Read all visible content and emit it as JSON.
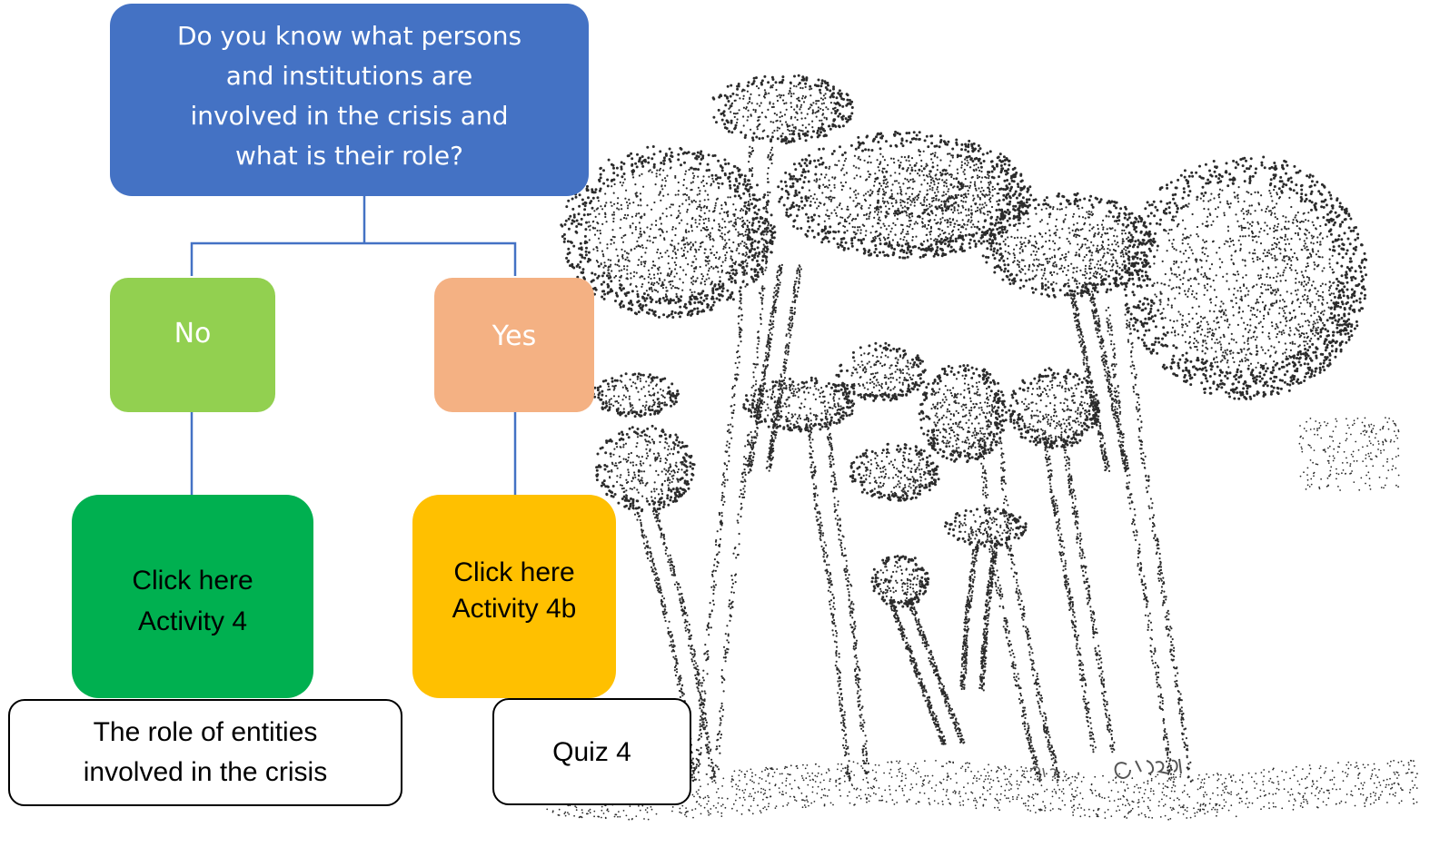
{
  "flowchart": {
    "question": "Do you know what persons\nand institutions are\ninvolved in the crisis and\nwhat is their role?",
    "no_label": "No",
    "yes_label": "Yes",
    "activity_4": "Click here\nActivity 4",
    "activity_4b": "Click here\nActivity 4b",
    "role_resource": "The role of entities\ninvolved in the crisis",
    "quiz": "Quiz 4"
  },
  "illustration": {
    "signature": "GE 2019"
  },
  "colors": {
    "question_fill": "#4472c4",
    "no_fill": "#92d050",
    "yes_fill": "#f4b183",
    "activity_4_fill": "#00b050",
    "activity_4b_fill": "#ffc000",
    "connector": "#4472c4",
    "ink": "#2b2b2b"
  }
}
